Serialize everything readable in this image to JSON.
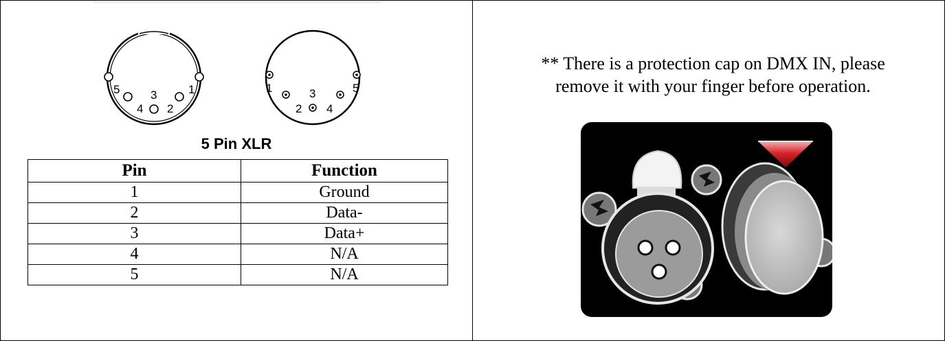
{
  "diagram": {
    "female_pins": [
      "5",
      "3",
      "1",
      "4",
      "2"
    ],
    "male_pins": [
      "1",
      "3",
      "5",
      "2",
      "4"
    ],
    "caption": "5 Pin XLR"
  },
  "pin_table": {
    "headers": {
      "pin": "Pin",
      "function": "Function"
    },
    "rows": [
      {
        "pin": "1",
        "function": "Ground"
      },
      {
        "pin": "2",
        "function": "Data-"
      },
      {
        "pin": "3",
        "function": "Data+"
      },
      {
        "pin": "4",
        "function": "N/A"
      },
      {
        "pin": "5",
        "function": "N/A"
      }
    ]
  },
  "note": {
    "line1": "** There is a protection cap on DMX IN, please",
    "line2": "remove it with your finger before operation."
  },
  "photo": {
    "subject": "dmx-in-connector-with-protection-cap",
    "colors": {
      "background": "#000000",
      "connector": "#d9d9d9",
      "arrow": "#c0121b"
    }
  }
}
